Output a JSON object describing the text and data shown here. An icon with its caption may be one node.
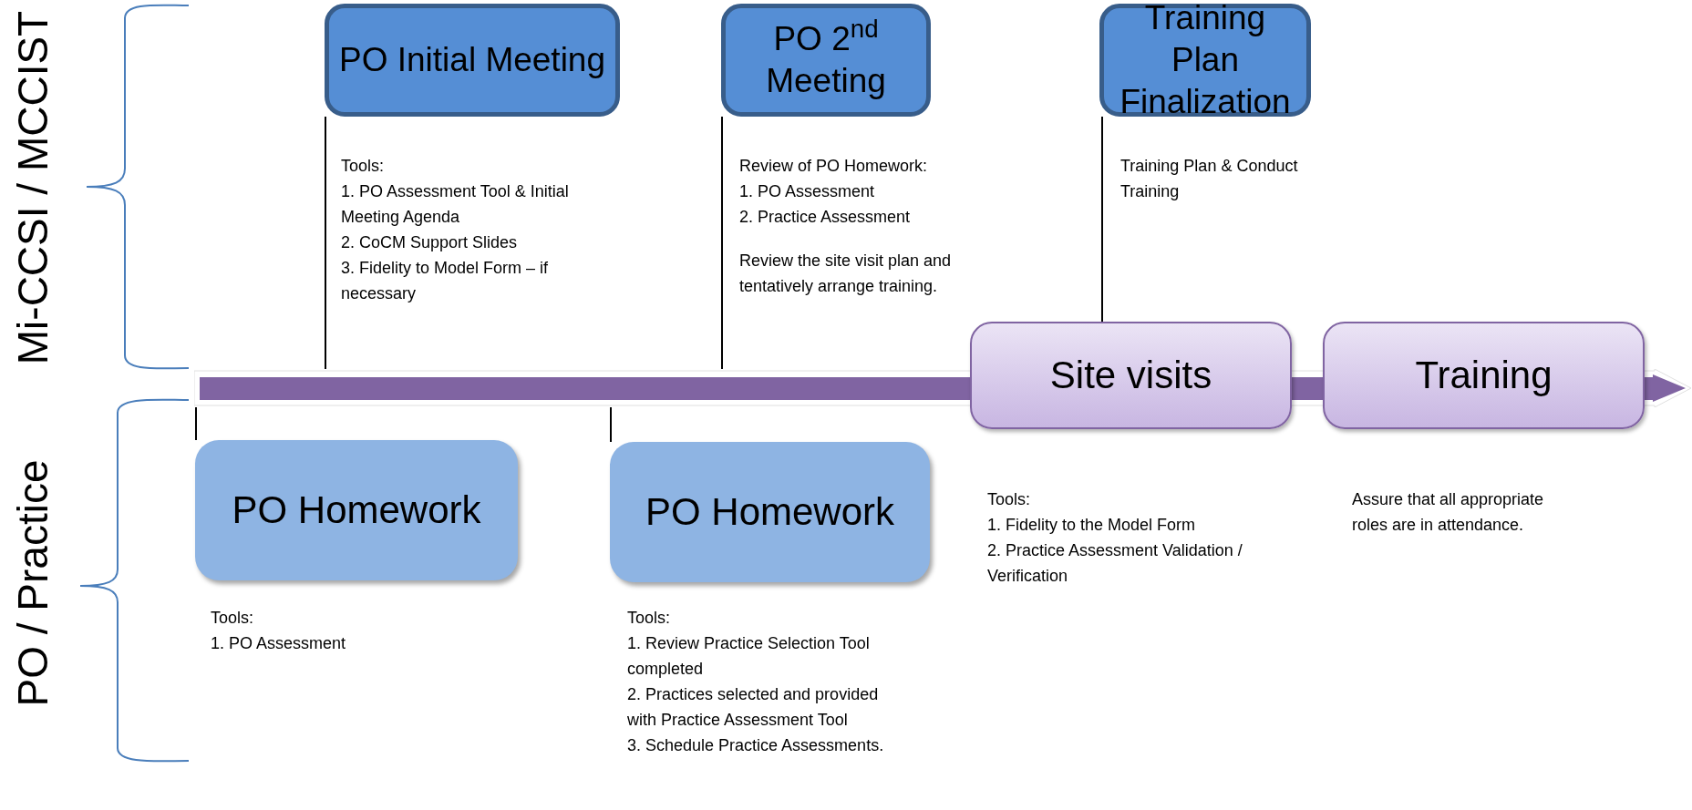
{
  "diagram": {
    "nodes": [
      {
        "text": [
          "PO Initial Meeting"
        ],
        "beside": [
          "Tools:",
          "1. PO Assessment Tool & Initial Meeting Agenda",
          "2. CoCM Support Slides",
          "3. Fidelity to Model Form – if necessary"
        ]
      },
      {
        "text": [
          "PO 2$^{nd}$ Meeting"
        ],
        "beside": [
          "Review of PO Homework:",
          "1. PO Assessment",
          "2. Practice Assessment",
          "Review the site visit plan and tentatively arrange training."
        ]
      },
      {
        "text": [
          "Training Plan Finalization"
        ],
        "beside": [
          "Training Plan & Conduct Training"
        ]
      },
      {
        "text": [
          "Site visits"
        ],
        "beside": [
          "Tools:",
          "1. Fidelity to the Model Form",
          "2. Practice Assessment Validation / Verification"
        ]
      },
      {
        "text": [
          "Training"
        ],
        "beside": [
          "Assure that all appropriate roles are in attendance."
        ]
      },
      {
        "text": [
          "PO Homework"
        ],
        "beside": [
          "Tools:",
          "1. PO Assessment"
        ]
      },
      {
        "text": [
          "PO Homework"
        ],
        "beside": [
          "Tools:",
          "1. Review Practice Selection Tool completed",
          "2. Practices selected and provided with Practice Assessment Tool",
          "3. Schedule Practice Assessments."
        ]
      },
      {
        "text": [],
        "shape": "bar"
      }
    ],
    "edges": [
      {
        "from": 0,
        "to": 7,
        "arrow": "none"
      },
      {
        "from": 1,
        "to": 7,
        "arrow": "none"
      },
      {
        "from": 2,
        "to": 3,
        "arrow": "none"
      },
      {
        "from": 7,
        "to": 5,
        "arrow": "none"
      },
      {
        "from": 7,
        "to": 6,
        "arrow": "none"
      }
    ],
    "labels": [
      "Mi-CCSI / MCCIST",
      "PO / Practice"
    ]
  }
}
